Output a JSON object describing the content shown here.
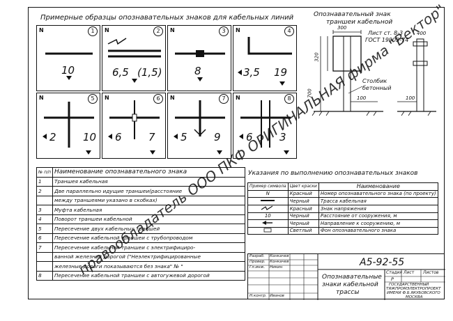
{
  "title": "Примерные образцы опознавательных знаков для кабельных линий",
  "cells": [
    {
      "num": "1",
      "values": [
        "10"
      ]
    },
    {
      "num": "2",
      "values": [
        "6,5",
        "(1,5)"
      ]
    },
    {
      "num": "3",
      "values": [
        "8"
      ]
    },
    {
      "num": "4",
      "values": [
        "3,5",
        "19"
      ]
    },
    {
      "num": "5",
      "values": [
        "2",
        "10"
      ]
    },
    {
      "num": "6",
      "values": [
        "6",
        "7"
      ]
    },
    {
      "num": "7",
      "values": [
        "5",
        "9"
      ]
    },
    {
      "num": "8",
      "values": [
        "6",
        "3"
      ]
    }
  ],
  "north": "N",
  "right_drawing": {
    "title_line1": "Опознавательный знак",
    "title_line2": "траншеи кабельной",
    "dim_300": "300",
    "dim_320": "320",
    "dim_700": "700",
    "dim_100a": "100",
    "dim_100b": "100",
    "dim_400": "400",
    "sheet_ref_line1": "Лист ст. 8-3",
    "sheet_ref_line2": "ГОСТ 19903-74",
    "post_line1": "Столбик",
    "post_line2": "бетонный"
  },
  "legend": {
    "header_no": "№ п/п",
    "header_name": "Наименование опознавательного знака",
    "rows": [
      {
        "no": "1",
        "text": "Траншея кабельная"
      },
      {
        "no": "2",
        "text": "Две параллельно идущие траншеи(расстояние"
      },
      {
        "no": "",
        "text": "между траншеями указано в скобках)"
      },
      {
        "no": "3",
        "text": "Муфта кабельная"
      },
      {
        "no": "4",
        "text": "Поворот траншеи кабельной"
      },
      {
        "no": "5",
        "text": "Пересечение двух кабельных траншей"
      },
      {
        "no": "6",
        "text": "Пересечение кабельной траншеи с трубопроводом"
      },
      {
        "no": "7",
        "text": "Пересечение кабельной траншеи с электрифициро-"
      },
      {
        "no": "",
        "text": "ванной железной дорогой (\"Неэлектрифицированные"
      },
      {
        "no": "",
        "text": "железные дороги показываются без знака\" № \""
      },
      {
        "no": "8",
        "text": "Пересечение кабельной траншеи с автогужевой дорогой"
      }
    ]
  },
  "instructions": {
    "title": "Указания по выполнению опознавательных знаков",
    "headers": [
      "Пример символа",
      "Цвет краски",
      "Наименование"
    ],
    "rows": [
      {
        "sym": "N",
        "color": "Красный",
        "name": "Номер опознавательного знака (по проекту)"
      },
      {
        "sym": "",
        "color": "Черный",
        "name": "Трасса кабельная"
      },
      {
        "sym": "",
        "color": "Красный",
        "name": "Знак напряжения"
      },
      {
        "sym": "10",
        "color": "Черный",
        "name": "Расстояние от сооружения, м"
      },
      {
        "sym": "",
        "color": "Черный",
        "name": "Направление к сооружению, м"
      },
      {
        "sym": "",
        "color": "Светлый",
        "name": "Фон опознавательного знака"
      }
    ]
  },
  "stamp": {
    "code": "А5-92-55",
    "title_line1": "Опознавательные",
    "title_line2": "знаки кабельной",
    "title_line3": "трассы",
    "col_stage": "Стадия",
    "col_sheet": "Лист",
    "col_sheets": "Листов",
    "stage": "Р",
    "org_line1": "ГОСУДАРСТВЕННЫЙ",
    "org_line2": "ТЯЖПРОМЭЛЕКТРОПРОЕКТ",
    "org_line3": "ИМЕНИ Ф.Б.ЯКУБОВСКОГО",
    "org_line4": "МОСКВА",
    "sig_rows": [
      {
        "role": "Разраб.",
        "name": "Конкачев"
      },
      {
        "role": "Провер.",
        "name": "Конкачев"
      },
      {
        "role": "Гл.инж.",
        "name": "Никин"
      },
      {
        "role": "Н.контр.",
        "name": "Иванов"
      }
    ]
  },
  "watermark": "правообладатель ООО ПКФ ОРИГИНАЛЬНАЯ фирма \"Вектор\""
}
